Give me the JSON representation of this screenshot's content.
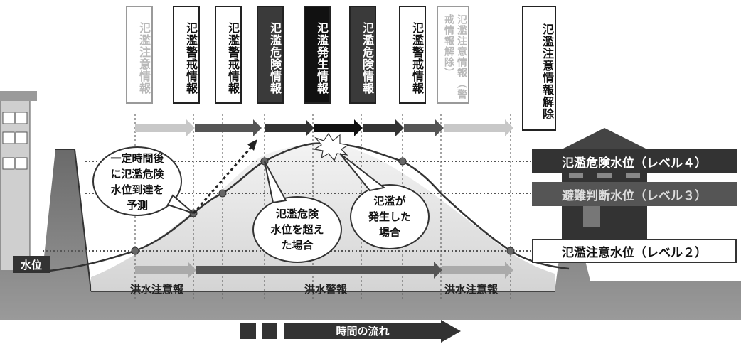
{
  "cards": [
    {
      "text": "氾濫注意情報",
      "style": "faded"
    },
    {
      "text": "氾濫警戒情報",
      "style": "normal"
    },
    {
      "text": "氾濫警戒情報",
      "style": "normal"
    },
    {
      "text": "氾濫危険情報",
      "style": "dark"
    },
    {
      "text": "氾濫発生情報",
      "style": "black"
    },
    {
      "text": "氾濫危険情報",
      "style": "dark"
    },
    {
      "text": "氾濫警戒情報",
      "style": "normal"
    },
    {
      "text": "氾濫注意情報（警戒情報解除）",
      "style": "faded"
    },
    {
      "text": "氾濫注意情報解除",
      "style": "normal"
    }
  ],
  "levels": {
    "level4": "氾濫危険水位（レベル４）",
    "level3": "避難判断水位（レベル３）",
    "level2": "氾濫注意水位（レベル２）"
  },
  "water_label": "水位",
  "bubbles": {
    "predict": [
      "一定時間後",
      "に氾濫危険",
      "水位到達を",
      "予測"
    ],
    "exceed": [
      "氾濫危険",
      "水位を超え",
      "た場合"
    ],
    "flood": [
      "氾濫が",
      "発生した",
      "場合"
    ]
  },
  "bands": {
    "left": "洪水注意報",
    "middle": "洪水警報",
    "right": "洪水注意報"
  },
  "time_flow": "時間の流れ",
  "colors": {
    "dark": "#3a3a3a",
    "black": "#111111",
    "faded": "#b9b9b9",
    "ground": "#555555",
    "water": "#d9d9d9"
  }
}
